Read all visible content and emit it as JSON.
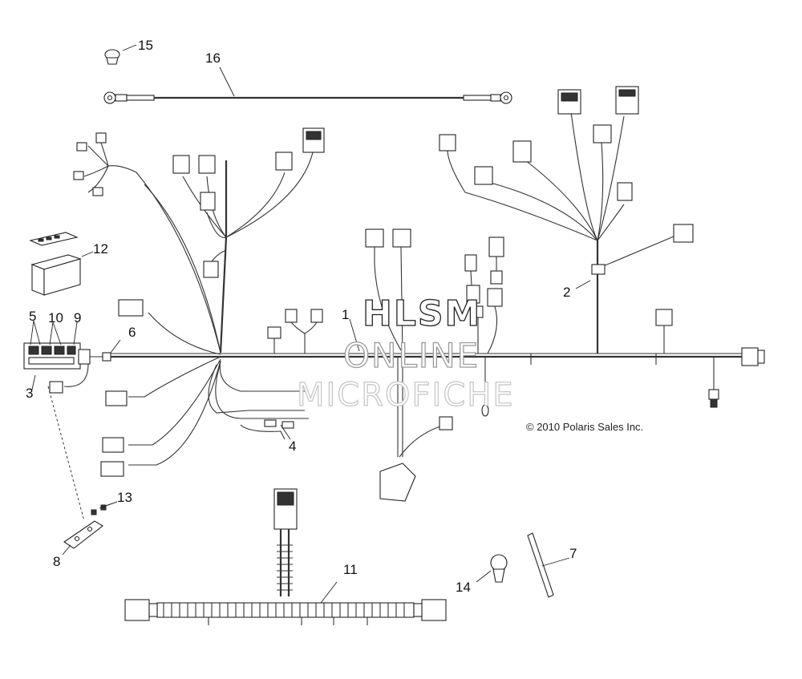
{
  "callouts": {
    "c1": "1",
    "c2": "2",
    "c3": "3",
    "c4": "4",
    "c5": "5",
    "c6": "6",
    "c7": "7",
    "c8": "8",
    "c9": "9",
    "c10": "10",
    "c11": "11",
    "c12": "12",
    "c13": "13",
    "c14": "14",
    "c15": "15",
    "c16": "16"
  },
  "watermark": {
    "line1": "HLSM",
    "line2": "ONLINE",
    "line3": "MICROFICHE"
  },
  "copyright": "© 2010 Polaris Sales Inc."
}
